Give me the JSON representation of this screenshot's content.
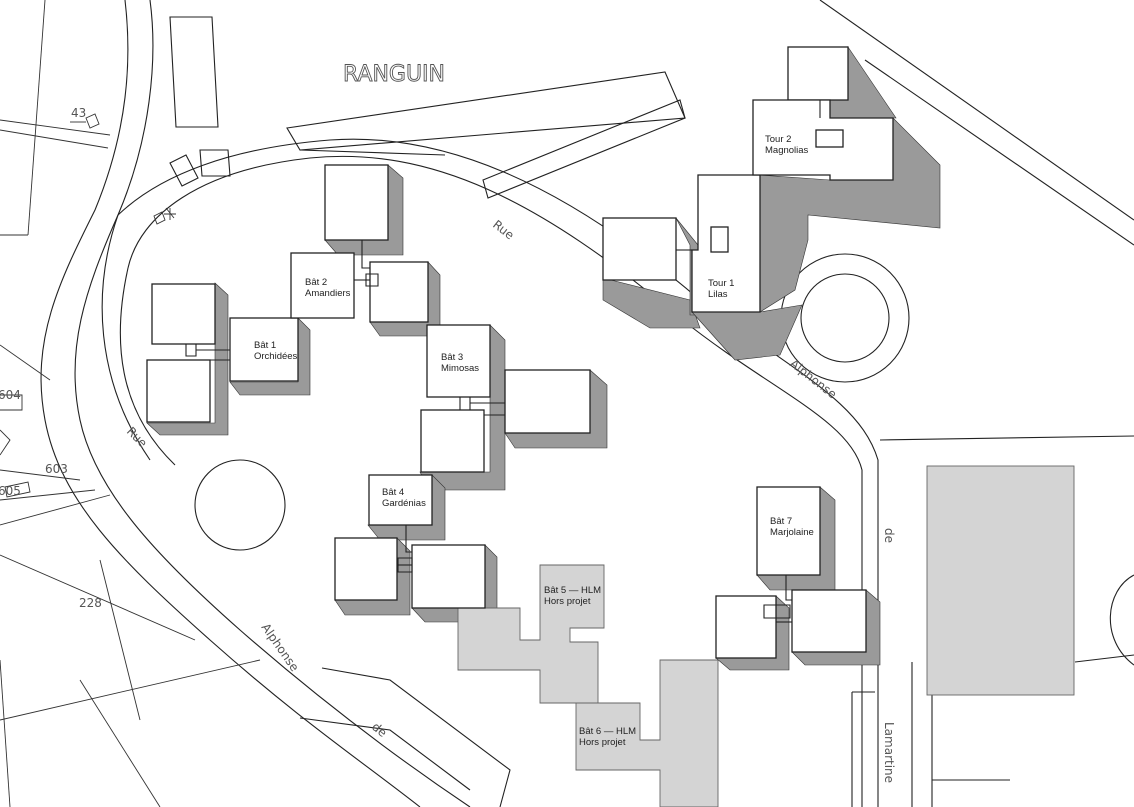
{
  "place_name": "RANGUIN",
  "streets": [
    {
      "text": "Rue"
    },
    {
      "text": "Alphonse"
    },
    {
      "text": "Rue"
    },
    {
      "text": "Alphonse"
    },
    {
      "text": "de"
    },
    {
      "text": "de"
    },
    {
      "text": "Lamartine"
    }
  ],
  "parcels": [
    "43",
    "604",
    "603",
    "605",
    "228"
  ],
  "buildings": [
    {
      "line1": "Bât 1",
      "line2": "Orchidées"
    },
    {
      "line1": "Bât 2",
      "line2": "Amandiers"
    },
    {
      "line1": "Bât 3",
      "line2": "Mimosas"
    },
    {
      "line1": "Bât 4",
      "line2": "Gardénias"
    },
    {
      "line1": "Bât 5 — HLM",
      "line2": "Hors projet"
    },
    {
      "line1": "Bât 6 — HLM",
      "line2": "Hors projet"
    },
    {
      "line1": "Bât 7",
      "line2": "Marjolaine"
    },
    {
      "line1": "Tour 1",
      "line2": "Lilas"
    },
    {
      "line1": "Tour 2",
      "line2": "Magnolias"
    }
  ]
}
